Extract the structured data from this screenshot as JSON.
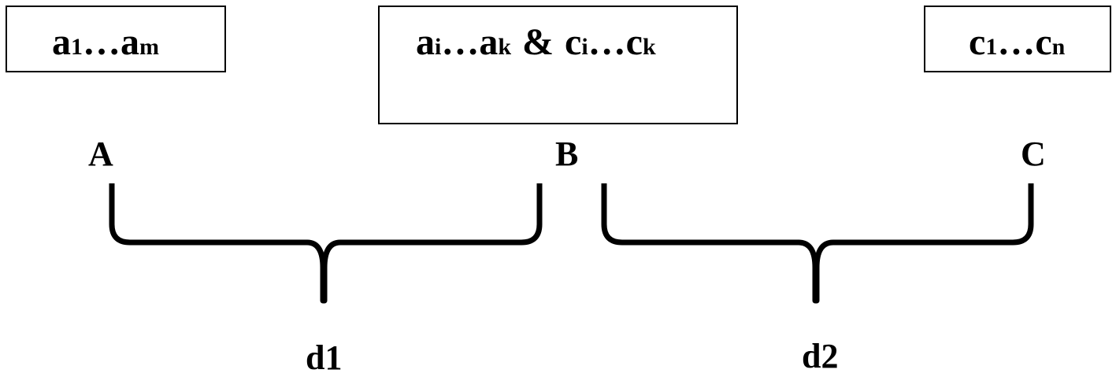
{
  "boxes": {
    "left": {
      "main": "a",
      "sub1": "1",
      "dots": "…",
      "main2": "a",
      "sub2": "m"
    },
    "middle": {
      "a_main": "a",
      "a_sub1": "i",
      "a_dots": "…",
      "a_main2": "a",
      "a_sub2": "k",
      "amp": "&",
      "c_main": "c",
      "c_sub1": "i",
      "c_dots": "…",
      "c_main2": "c",
      "c_sub2": "k"
    },
    "right": {
      "main": "c",
      "sub1": "1",
      "dots": "…",
      "main2": "c",
      "sub2": "n"
    }
  },
  "points": {
    "a": "A",
    "b": "B",
    "c": "C"
  },
  "distances": {
    "d1": "d1",
    "d2": "d2"
  },
  "colors": {
    "stroke": "#000000",
    "background": "#ffffff"
  }
}
